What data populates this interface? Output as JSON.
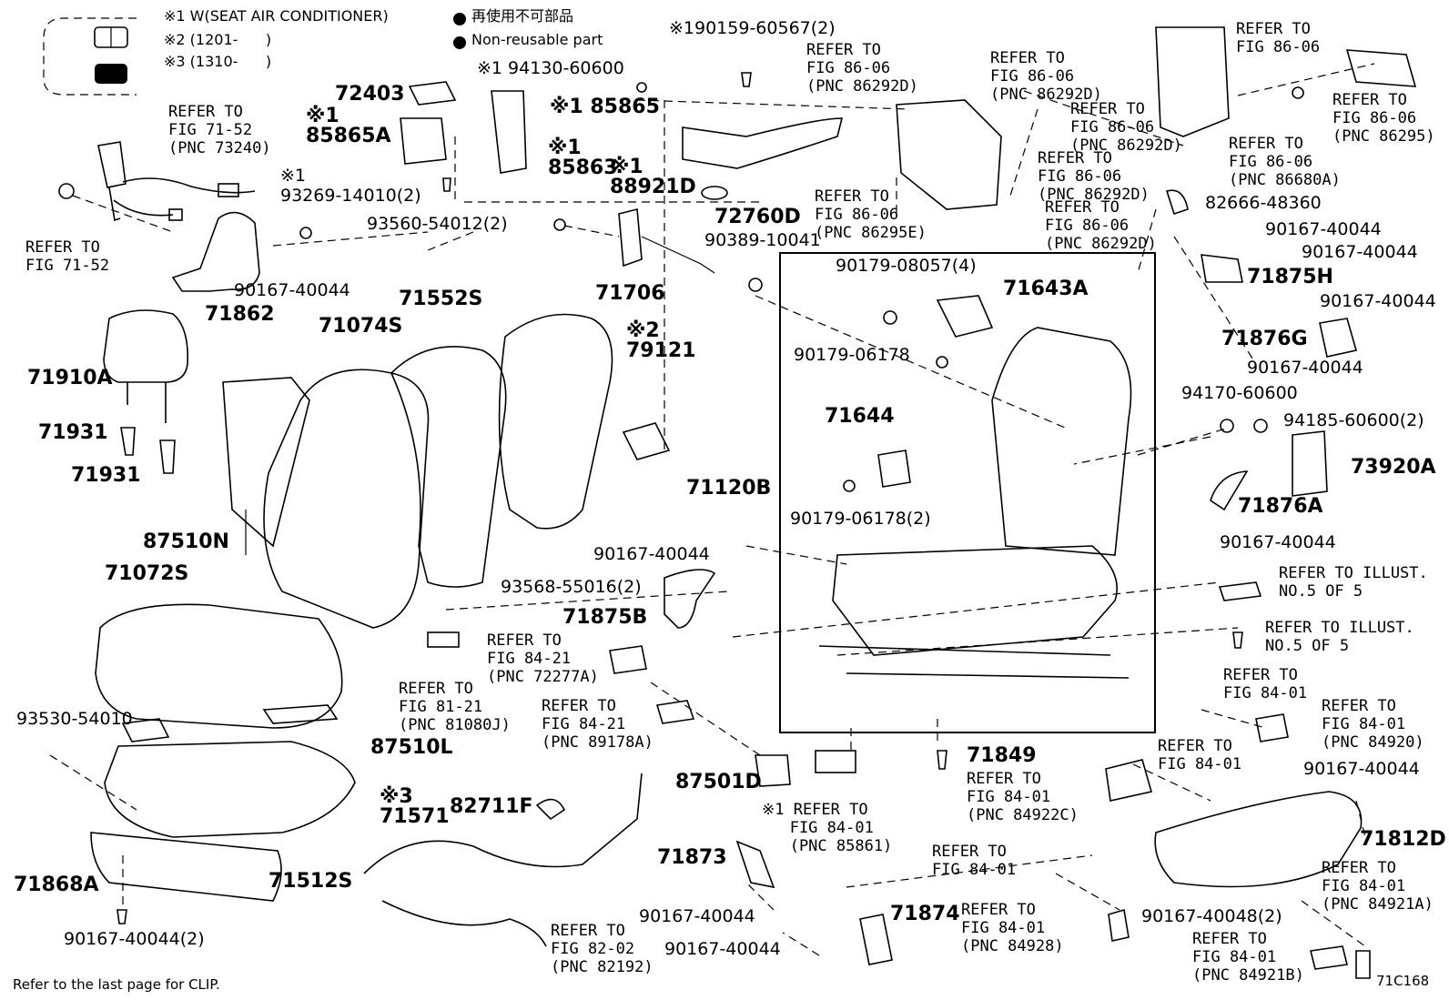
{
  "legend": {
    "item1": "※1 W(SEAT AIR CONDITIONER)",
    "item2": "※2 (1201-      )",
    "item3": "※3 (1310-      )",
    "nonreusable_jp": "再使用不可部品",
    "nonreusable_en": "Non-reusable part"
  },
  "labels": {
    "p190159": "※190159-60567(2)",
    "p94130": "※1 94130-60600",
    "p72403": "72403",
    "p85865A": "※1\n85865A",
    "p85865": "※1 85865",
    "p85863": "※1\n85863",
    "p88921D": "※1\n88921D",
    "p93269": "※1\n93269-14010(2)",
    "p93560": "93560-54012(2)",
    "p72760D": "72760D",
    "p90389": "90389-10041",
    "p90167_a": "90167-40044",
    "p71862": "71862",
    "p71910A": "71910A",
    "p71931_a": "71931",
    "p71931_b": "71931",
    "p71074S": "71074S",
    "p71552S": "71552S",
    "p71706": "71706",
    "p79121": "※2\n79121",
    "p71120B": "71120B",
    "p87510N": "87510N",
    "p93568": "93568-55016(2)",
    "p71072S": "71072S",
    "p90167_b": "90167-40044",
    "p71875B": "71875B",
    "p93530": "93530-54010",
    "p87510L": "87510L",
    "p71571": "※3\n71571",
    "p82711F": "82711F",
    "p71512S": "71512S",
    "p71868A": "71868A",
    "p90167_2": "90167-40044(2)",
    "p87501D": "87501D",
    "p71873": "71873",
    "p90167_c": "90167-40044",
    "p90167_d": "90167-40044",
    "p71874": "71874",
    "p71849": "71849",
    "p90179_08057": "90179-08057(4)",
    "p71643A": "71643A",
    "p90179_06178": "90179-06178",
    "p71644": "71644",
    "p90179_06178_2": "90179-06178(2)",
    "p82666": "82666-48360",
    "p90167_e": "90167-40044",
    "p90167_f": "90167-40044",
    "p71875H": "71875H",
    "p90167_g": "90167-40044",
    "p71876G": "71876G",
    "p90167_h": "90167-40044",
    "p94170": "94170-60600",
    "p94185": "94185-60600(2)",
    "p73920A": "73920A",
    "p71876A": "71876A",
    "p90167_i": "90167-40044",
    "p90167_j": "90167-40044",
    "p71812D": "71812D",
    "p90167_40048": "90167-40048(2)"
  },
  "refs": {
    "r71_52a": "REFER TO\nFIG 71-52\n(PNC 73240)",
    "r71_52b": "REFER TO\nFIG 71-52",
    "r86_06_1": "REFER TO\nFIG 86-06\n(PNC 86292D)",
    "r86_06_2": "REFER TO\nFIG 86-06\n(PNC 86292D)",
    "r86_06_3": "REFER TO\nFIG 86-06\n(PNC 86292D)",
    "r86_06_4": "REFER TO\nFIG 86-06\n(PNC 86292D)",
    "r86_06_5": "REFER TO\nFIG 86-06\n(PNC 86292D)",
    "r86_06_6": "REFER TO\nFIG 86-06\n(PNC 86295E)",
    "r86_06_7": "REFER TO\nFIG 86-06",
    "r86_06_8": "REFER TO\nFIG 86-06\n(PNC 86295)",
    "r86_06_9": "REFER TO\nFIG 86-06\n(PNC 86680A)",
    "r81_21": "REFER TO\nFIG 81-21\n(PNC 81080J)",
    "r84_21a": "REFER TO\nFIG 84-21\n(PNC 72277A)",
    "r84_21b": "REFER TO\nFIG 84-21\n(PNC 89178A)",
    "r84_01_85861": "※1 REFER TO\n   FIG 84-01\n   (PNC 85861)",
    "r84_01_84922C": "REFER TO\nFIG 84-01\n(PNC 84922C)",
    "r84_01_plain1": "REFER TO\nFIG 84-01",
    "r84_01_84928": "REFER TO\nFIG 84-01\n(PNC 84928)",
    "r82_02": "REFER TO\nFIG 82-02\n(PNC 82192)",
    "r_illust1": "REFER TO ILLUST.\nNO.5 OF 5",
    "r_illust2": "REFER TO ILLUST.\nNO.5 OF 5",
    "r84_01_a": "REFER TO\nFIG 84-01",
    "r84_01_84920": "REFER TO\nFIG 84-01\n(PNC 84920)",
    "r84_01_b": "REFER TO\nFIG 84-01",
    "r84_01_84921A": "REFER TO\nFIG 84-01\n(PNC 84921A)",
    "r84_01_84921B": "REFER TO\nFIG 84-01\n(PNC 84921B)"
  },
  "footer": {
    "clip_note": "Refer to the last page for CLIP.",
    "figure_code": "71C168"
  }
}
